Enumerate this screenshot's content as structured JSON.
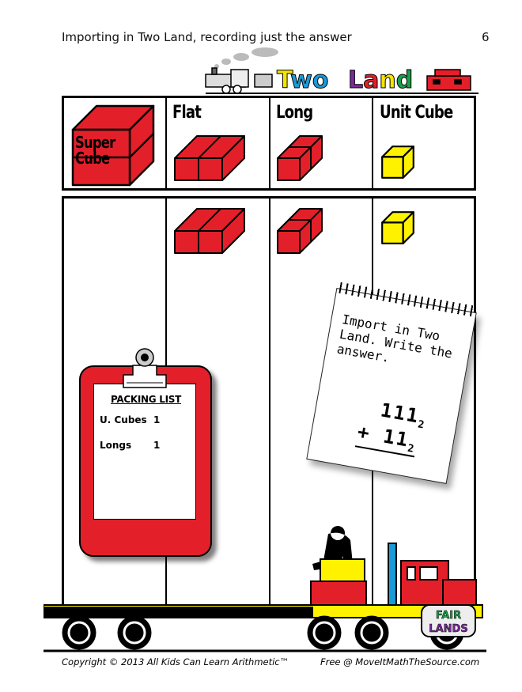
{
  "header": {
    "title": "Importing in Two Land, recording just the answer",
    "page_number": "6"
  },
  "banner": {
    "word1": "Two",
    "word2": "Land",
    "letter_colors": [
      "#f5e400",
      "#1a9ad6",
      "#1a9ad6",
      "#7b2a9a",
      "#e3202a",
      "#f5e400",
      "#1e9e4a"
    ]
  },
  "place_value_table": {
    "columns": [
      {
        "label": "Super Cube",
        "label_line1": "Super",
        "label_line2": "Cube"
      },
      {
        "label": "Flat"
      },
      {
        "label": "Long"
      },
      {
        "label": "Unit Cube"
      }
    ],
    "block_color": "#e3202a",
    "unit_color": "#fff200"
  },
  "packing_list": {
    "title": "PACKING LIST",
    "items": [
      {
        "name": "U. Cubes",
        "qty": "1"
      },
      {
        "name": "Longs",
        "qty": "1"
      }
    ]
  },
  "notepad": {
    "instruction": "Import in Two Land. Write the answer.",
    "addend1": "111",
    "addend2": "11",
    "base": "2",
    "operator": "+"
  },
  "logo": {
    "line1": "FAIR",
    "line2": "LANDS"
  },
  "footer": {
    "copyright": "Copyright © 2013 All Kids Can Learn Arithmetic™",
    "source": "Free @ MoveItMathTheSource.com"
  }
}
